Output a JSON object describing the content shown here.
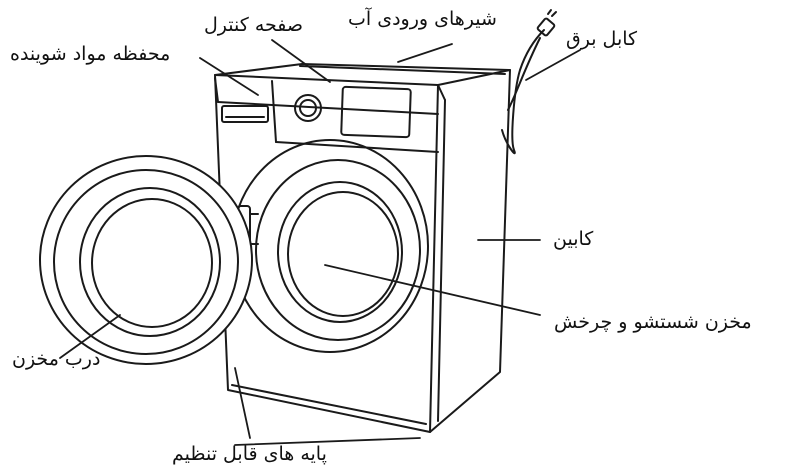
{
  "labels": {
    "control_panel": "صفحه کنترل",
    "water_inlet_valves": "شیرهای ورودی آب",
    "power_cable": "کابل برق",
    "detergent_drawer": "محفظه مواد شوینده",
    "cabinet": "کابین",
    "drum": "مخزن شستشو و چرخش",
    "drum_door": "درب مخزن",
    "adjustable_feet": "پایه های قابل تنظیم"
  },
  "colors": {
    "line": "#1a1a1a",
    "background": "#ffffff",
    "text": "#111111"
  }
}
